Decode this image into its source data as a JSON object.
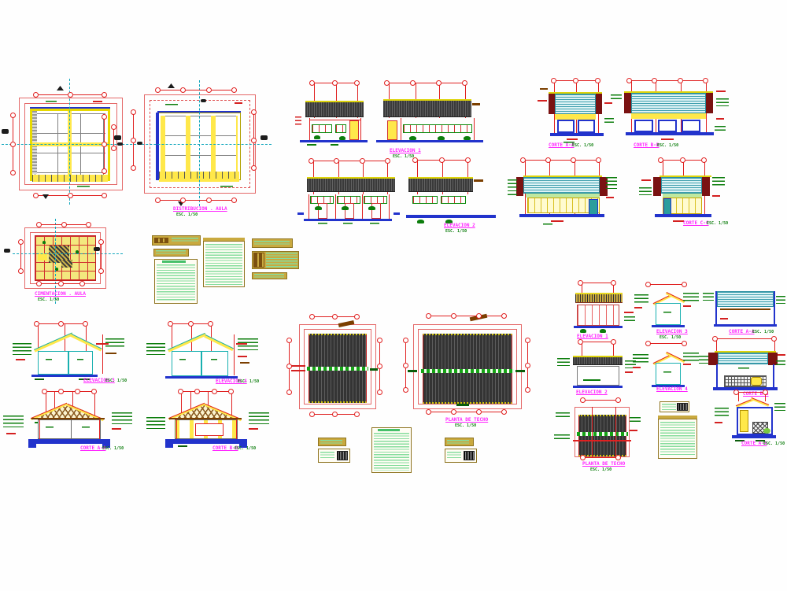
{
  "sheet": {
    "description": "architectural CAD drawing set collage",
    "background": "#fefefe"
  },
  "colors": {
    "dimension_lines": "#e02020",
    "walls": "#ffe84a",
    "structure_blue": "#2233cc",
    "titles_magenta": "#ff22ff",
    "annotation_green": "#0c7d0c",
    "roof_hatch": "#3a3a3a",
    "ceiling_hatch": "#2a8fa0",
    "masonry_maroon": "#7a1212",
    "legend_border": "#8f7420",
    "centerline_teal": "#12a7bd"
  },
  "titles": {
    "distribucion": "DISTRIBUCION . AULA",
    "cimentacion": "CIMENTACION . AULA",
    "elev1": "ELEVACION 1",
    "elev2": "ELEVACION 2",
    "corte_a": "CORTE A-A",
    "corte_b": "CORTE B-B",
    "corte_c": "CORTE C-C",
    "elev3": "ELEVACION 3",
    "elev4": "ELEVACION 4",
    "corte_a2": "CORTE A-A",
    "corte_b2": "CORTE B-B",
    "planta_techo": "PLANTA DE TECHO",
    "sm_elev1": "ELEVACION 1",
    "sm_elev2": "ELEVACION 2",
    "sm_elev3": "ELEVACION 3",
    "sm_elev4": "ELEVACION 4",
    "sm_corte_a": "CORTE A-A",
    "sm_corte_b": "CORTE B-B",
    "sm_corte_a3": "CORTE A-A",
    "sm_planta_techo": "PLANTA DE TECHO",
    "scale": "ESC. 1/50"
  }
}
